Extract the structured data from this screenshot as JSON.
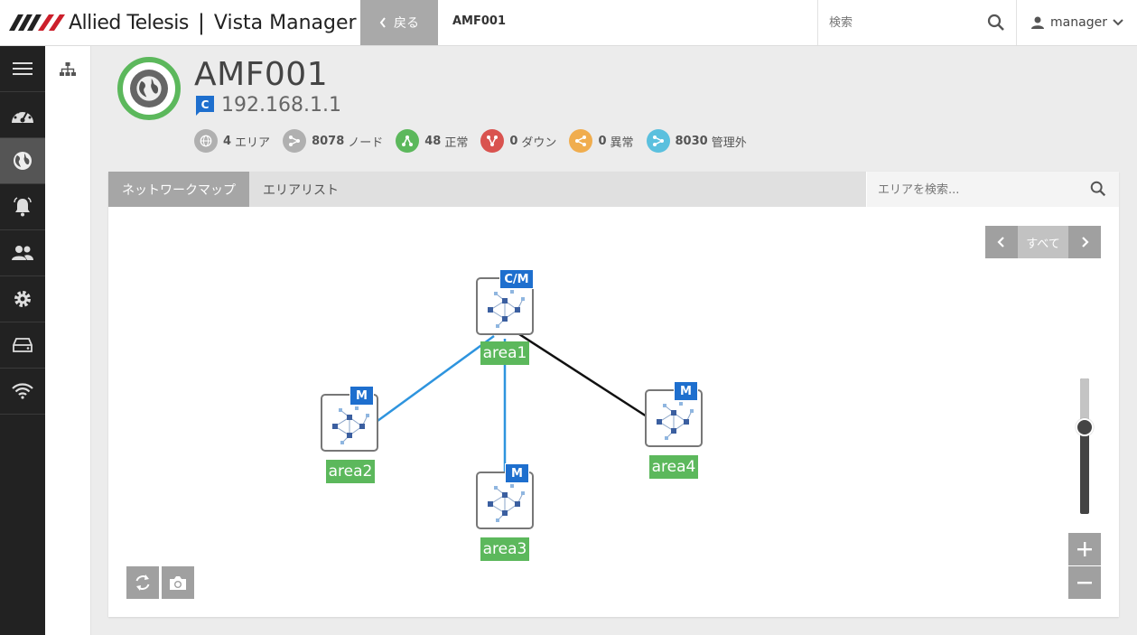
{
  "app": {
    "brand": "Allied Telesis",
    "product": "Vista Manager",
    "back_label": "戻る",
    "breadcrumb": "AMF001",
    "search_placeholder": "検索",
    "user": "manager"
  },
  "sidebar": {
    "items": [
      {
        "icon": "menu-icon"
      },
      {
        "icon": "dashboard-icon"
      },
      {
        "icon": "globe-icon",
        "active": true
      },
      {
        "icon": "alarm-bell-icon"
      },
      {
        "icon": "users-icon"
      },
      {
        "icon": "gear-icon"
      },
      {
        "icon": "storage-icon"
      },
      {
        "icon": "wifi-icon"
      }
    ]
  },
  "header": {
    "title": "AMF001",
    "ip": "192.168.1.1",
    "stats": [
      {
        "value": "4",
        "label": "エリア",
        "color": "#b0b0b0"
      },
      {
        "value": "8078",
        "label": "ノード",
        "color": "#b0b0b0"
      },
      {
        "value": "48",
        "label": "正常",
        "color": "#5cb85c"
      },
      {
        "value": "0",
        "label": "ダウン",
        "color": "#d9534f"
      },
      {
        "value": "0",
        "label": "異常",
        "color": "#f0ad4e"
      },
      {
        "value": "8030",
        "label": "管理外",
        "color": "#5bc0de"
      }
    ]
  },
  "tabs": [
    {
      "label": "ネットワークマップ",
      "active": true
    },
    {
      "label": "エリアリスト",
      "active": false
    }
  ],
  "area_search_placeholder": "エリアを検索...",
  "pager_label": "すべて",
  "colors": {
    "accent_blue": "#1e6fce",
    "ok_green": "#5cb85c",
    "link_blue": "#2e94de",
    "link_black": "#111111"
  },
  "map": {
    "nodes": [
      {
        "id": "area1",
        "label": "area1",
        "tag": "C/M"
      },
      {
        "id": "area2",
        "label": "area2",
        "tag": "M"
      },
      {
        "id": "area3",
        "label": "area3",
        "tag": "M"
      },
      {
        "id": "area4",
        "label": "area4",
        "tag": "M"
      }
    ],
    "links": [
      {
        "from": "area1",
        "to": "area2",
        "color": "#2e94de"
      },
      {
        "from": "area1",
        "to": "area3",
        "color": "#2e94de"
      },
      {
        "from": "area1",
        "to": "area4",
        "color": "#111111"
      }
    ]
  }
}
